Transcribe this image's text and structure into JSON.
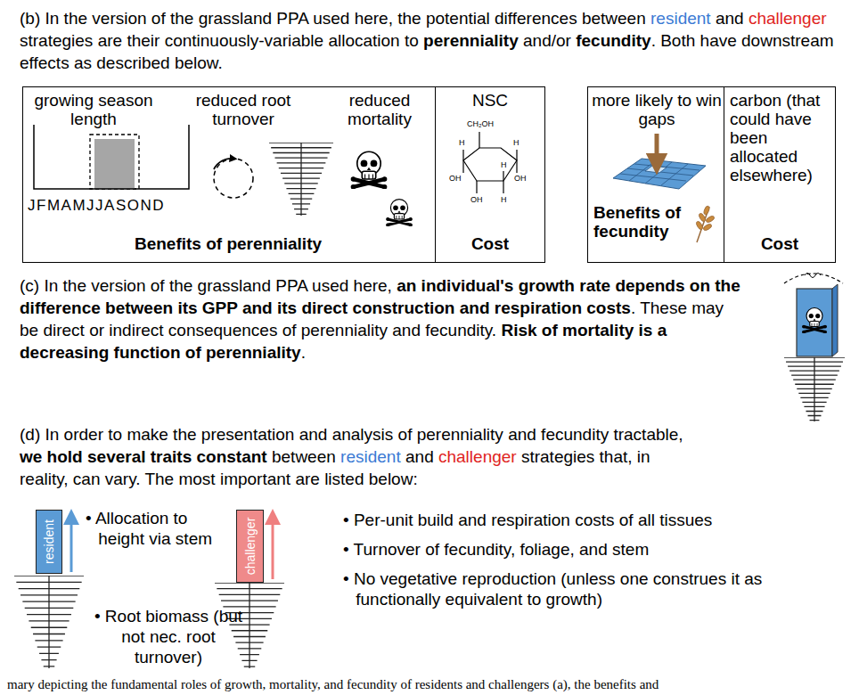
{
  "diagram": {
    "caption": "mary depicting the fundamental roles of growth, mortality, and fecundity of residents and challengers (a), the benefits and",
    "nodes": [
      {
        "text": [
          "growing season length",
          "reduced root turnover",
          "reduced mortality",
          "JFMAMJJASOND",
          "Benefits of perenniality"
        ]
      },
      {
        "text": [
          "NSC",
          "Cost"
        ],
        "in": 0
      },
      {
        "text": [
          "more likely to win gaps",
          "Benefits of fecundity"
        ]
      },
      {
        "text": [
          "carbon (that could have been allocated elsewhere)",
          "Cost"
        ],
        "in": 2
      },
      {
        "text": [
          "resident"
        ]
      },
      {
        "text": [
          "challenger"
        ]
      }
    ],
    "labels": [
      "(b) In the version of the grassland PPA used here, the potential differences between",
      "resident",
      "and",
      "challenger",
      "strategies are their continuously-variable allocation to",
      "perenniality",
      "and/or",
      "fecundity",
      ". Both have downstream effects as described below.",
      "(c) In the version of the grassland PPA used here,",
      "an individual's growth rate depends on the difference between its GPP and its direct construction and respiration costs",
      ". These may be direct or indirect consequences of perenniality and fecundity.",
      "Risk of mortality is a decreasing function of perenniality",
      ".",
      "(d) In order to make the presentation and analysis of perenniality and fecundity tractable,",
      "we hold several traits constant",
      "between",
      "resident",
      "and",
      "challenger",
      "strategies that, in reality, can vary. The most important are listed below:",
      "• Allocation to height via stem",
      "• Root biomass (but not nec. root turnover)",
      "• Per-unit build and respiration costs of all tissues",
      "• Turnover of fecundity, foliage, and stem",
      "• No vegetative reproduction (unless one construes it as functionally equivalent to growth)",
      "CH₂OH",
      "H",
      "H",
      "OH",
      "H",
      "OH",
      "OH",
      "H"
    ]
  }
}
